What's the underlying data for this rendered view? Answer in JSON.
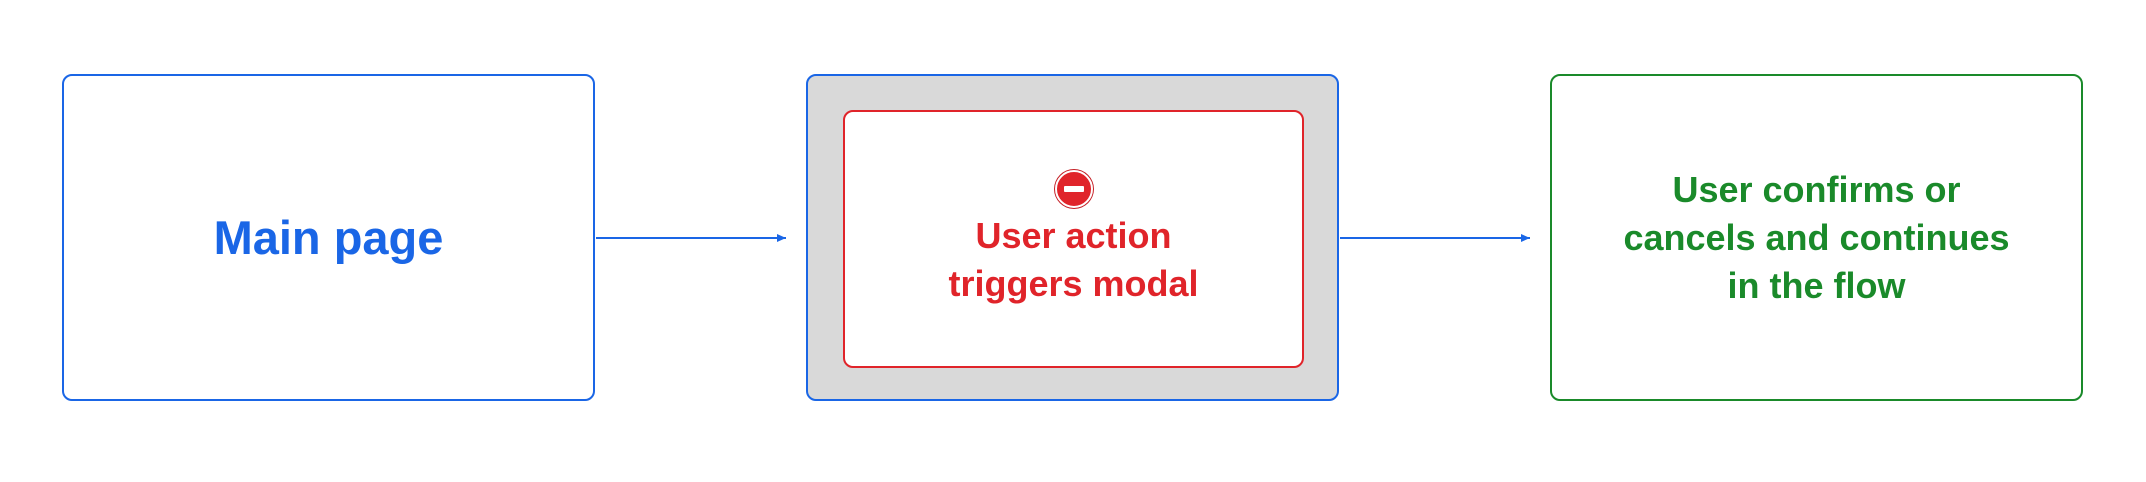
{
  "nodes": {
    "main": {
      "label": "Main page"
    },
    "modal": {
      "label": "User action\ntriggers modal",
      "icon": "no-entry-icon"
    },
    "result": {
      "label": "User confirms or\ncancels and continues\nin the flow"
    }
  },
  "colors": {
    "blue": "#1a66e6",
    "red": "#e0242a",
    "green": "#1a8a2a",
    "overlay": "#d9d9d9"
  }
}
